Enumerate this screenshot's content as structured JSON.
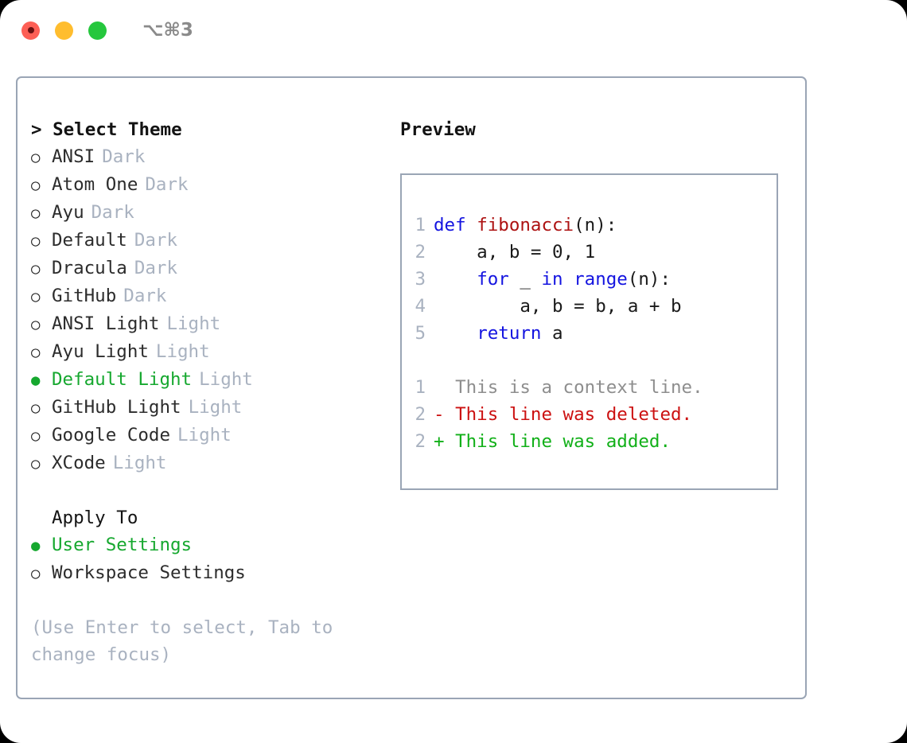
{
  "titlebar": {
    "shortcut": "⌥⌘3",
    "buttons": [
      "close",
      "minimize",
      "maximize"
    ]
  },
  "theme_picker": {
    "heading": "> Select Theme",
    "marker_selected": "●",
    "marker_unselected": "○",
    "items": [
      {
        "name": "ANSI",
        "category": "Dark",
        "selected": false
      },
      {
        "name": "Atom One",
        "category": "Dark",
        "selected": false
      },
      {
        "name": "Ayu",
        "category": "Dark",
        "selected": false
      },
      {
        "name": "Default",
        "category": "Dark",
        "selected": false
      },
      {
        "name": "Dracula",
        "category": "Dark",
        "selected": false
      },
      {
        "name": "GitHub",
        "category": "Dark",
        "selected": false
      },
      {
        "name": "ANSI Light",
        "category": "Light",
        "selected": false
      },
      {
        "name": "Ayu Light",
        "category": "Light",
        "selected": false
      },
      {
        "name": "Default Light",
        "category": "Light",
        "selected": true
      },
      {
        "name": "GitHub Light",
        "category": "Light",
        "selected": false
      },
      {
        "name": "Google Code",
        "category": "Light",
        "selected": false
      },
      {
        "name": "XCode",
        "category": "Light",
        "selected": false
      }
    ]
  },
  "apply_to": {
    "heading": "Apply To",
    "items": [
      {
        "name": "User Settings",
        "selected": true
      },
      {
        "name": "Workspace Settings",
        "selected": false
      }
    ]
  },
  "help": {
    "text": "(Use Enter to select, Tab to change focus)"
  },
  "preview": {
    "heading": "Preview",
    "code_lines": [
      {
        "number": "1",
        "tokens": [
          {
            "text": "def ",
            "style": "kw"
          },
          {
            "text": "fibonacci",
            "style": "fn"
          },
          {
            "text": "(n):",
            "style": "plain"
          }
        ]
      },
      {
        "number": "2",
        "tokens": [
          {
            "text": "    a, b = 0, 1",
            "style": "plain"
          }
        ]
      },
      {
        "number": "3",
        "tokens": [
          {
            "text": "    ",
            "style": "plain"
          },
          {
            "text": "for",
            "style": "kw"
          },
          {
            "text": " _ ",
            "style": "plain"
          },
          {
            "text": "in",
            "style": "kw"
          },
          {
            "text": " ",
            "style": "plain"
          },
          {
            "text": "range",
            "style": "kw"
          },
          {
            "text": "(n):",
            "style": "plain"
          }
        ]
      },
      {
        "number": "4",
        "tokens": [
          {
            "text": "        a, b = b, a + b",
            "style": "plain"
          }
        ]
      },
      {
        "number": "5",
        "tokens": [
          {
            "text": "    ",
            "style": "plain"
          },
          {
            "text": "return",
            "style": "kw"
          },
          {
            "text": " a",
            "style": "plain"
          }
        ]
      }
    ],
    "diff_lines": [
      {
        "number": "1",
        "prefix": "  ",
        "text": "This is a context line.",
        "kind": "context"
      },
      {
        "number": "2",
        "prefix": "- ",
        "text": "This line was deleted.",
        "kind": "deleted"
      },
      {
        "number": "2",
        "prefix": "+ ",
        "text": "This line was added.",
        "kind": "added"
      }
    ]
  },
  "colors": {
    "selected_green": "#16a82f",
    "muted_gray": "#a9b2c0",
    "border": "#9aa5b5",
    "keyword_blue": "#1414e0",
    "function_red": "#ad1212",
    "diff_deleted": "#cc1111",
    "diff_added": "#12b019",
    "diff_context": "#8e8e8e",
    "traffic_red": "#fd5f55",
    "traffic_yellow": "#ffbd2e",
    "traffic_green": "#25c73d"
  }
}
